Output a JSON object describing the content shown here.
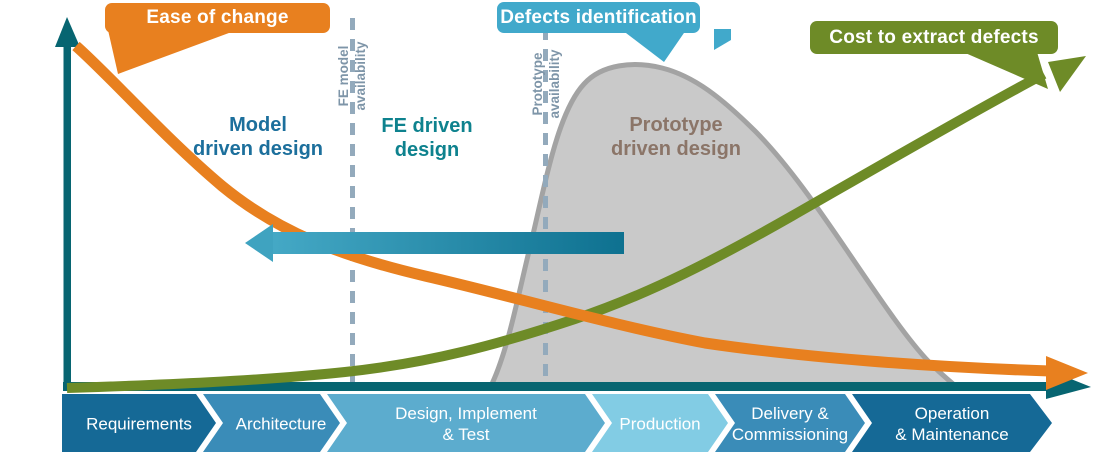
{
  "callouts": {
    "ease_of_change": {
      "label": "Ease of change",
      "color": "#E8801F"
    },
    "defects_identification": {
      "label": "Defects identification",
      "color": "#41A9CB"
    },
    "cost_to_extract_defects": {
      "label": "Cost to extract defects",
      "color": "#6E8B27"
    }
  },
  "regions": {
    "model_driven": {
      "label": "Model\ndriven design",
      "color": "#1C6F9C"
    },
    "fe_driven": {
      "label": "FE driven\ndesign",
      "color": "#0E828E"
    },
    "prototype_driven": {
      "label": "Prototype\ndriven design",
      "color": "#8B7568"
    }
  },
  "milestones": {
    "fe_model": {
      "label": "FE model\navailability"
    },
    "prototype": {
      "label": "Prototype\navailability"
    }
  },
  "curves": {
    "ease_of_change": {
      "trend": "decreasing",
      "color": "#E8801F"
    },
    "cost_to_extract_defects": {
      "trend": "increasing",
      "color": "#6E8B27"
    },
    "defects_distribution": {
      "shape": "bell over Production phase",
      "fill": "#C9C9C9"
    }
  },
  "axes": {
    "color": "#076571"
  },
  "shift_arrow": {
    "direction": "left",
    "color_from": "#45A9C6",
    "color_to": "#0E7190"
  },
  "timeline": {
    "phases": [
      {
        "label": "Requirements",
        "color": "#156996"
      },
      {
        "label": "Architecture",
        "color": "#3A8CB8"
      },
      {
        "label": "Design, Implement\n& Test",
        "color": "#5CACCE"
      },
      {
        "label": "Production",
        "color": "#82CCE4"
      },
      {
        "label": "Delivery &\nCommissioning",
        "color": "#3A8CB8"
      },
      {
        "label": "Operation\n& Maintenance",
        "color": "#156996"
      }
    ]
  }
}
